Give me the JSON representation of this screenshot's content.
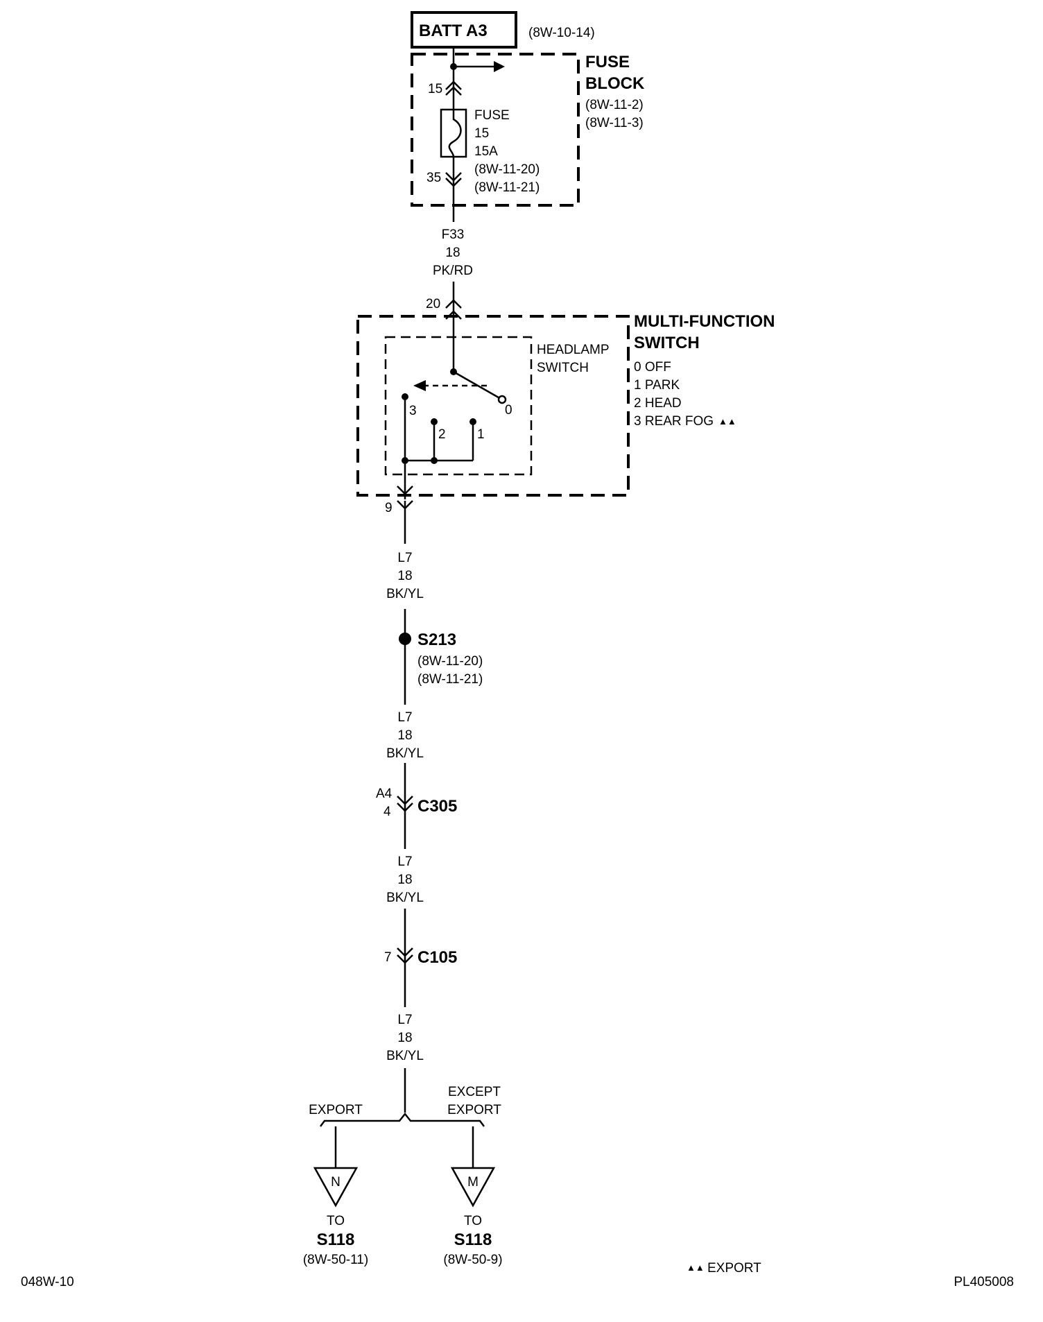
{
  "batt": {
    "label": "BATT A3",
    "ref": "(8W-10-14)"
  },
  "fuse_block": {
    "title_line1": "FUSE",
    "title_line2": "BLOCK",
    "ref1": "(8W-11-2)",
    "ref2": "(8W-11-3)",
    "pin_in": "15",
    "pin_out": "35",
    "fuse_label": "FUSE",
    "fuse_number": "15",
    "fuse_rating": "15A",
    "fuse_ref1": "(8W-11-20)",
    "fuse_ref2": "(8W-11-21)"
  },
  "wire1": {
    "circuit": "F33",
    "gauge": "18",
    "color": "PK/RD"
  },
  "mfs": {
    "pin_in": "20",
    "pin_out": "9",
    "title_line1": "MULTI-FUNCTION",
    "title_line2": "SWITCH",
    "inner_line1": "HEADLAMP",
    "inner_line2": "SWITCH",
    "positions": [
      "0 OFF",
      "1 PARK",
      "2 HEAD",
      "3 REAR FOG"
    ],
    "export_marker": "▲▲",
    "contact_labels": [
      "0",
      "1",
      "2",
      "3"
    ]
  },
  "wire2": {
    "circuit": "L7",
    "gauge": "18",
    "color": "BK/YL"
  },
  "splice": {
    "name": "S213",
    "ref1": "(8W-11-20)",
    "ref2": "(8W-11-21)"
  },
  "wire3": {
    "circuit": "L7",
    "gauge": "18",
    "color": "BK/YL"
  },
  "c305": {
    "pin1": "A4",
    "pin2": "4",
    "name": "C305"
  },
  "wire4": {
    "circuit": "L7",
    "gauge": "18",
    "color": "BK/YL"
  },
  "c105": {
    "pin": "7",
    "name": "C105"
  },
  "wire5": {
    "circuit": "L7",
    "gauge": "18",
    "color": "BK/YL"
  },
  "branches": {
    "export_label": "EXPORT",
    "except_line1": "EXCEPT",
    "except_line2": "EXPORT"
  },
  "dest_left": {
    "letter": "N",
    "to": "TO",
    "name": "S118",
    "ref": "(8W-50-11)"
  },
  "dest_right": {
    "letter": "M",
    "to": "TO",
    "name": "S118",
    "ref": "(8W-50-9)"
  },
  "legend": {
    "marker": "▲▲",
    "text": "EXPORT"
  },
  "footer": {
    "left": "048W-10",
    "right": "PL405008"
  }
}
